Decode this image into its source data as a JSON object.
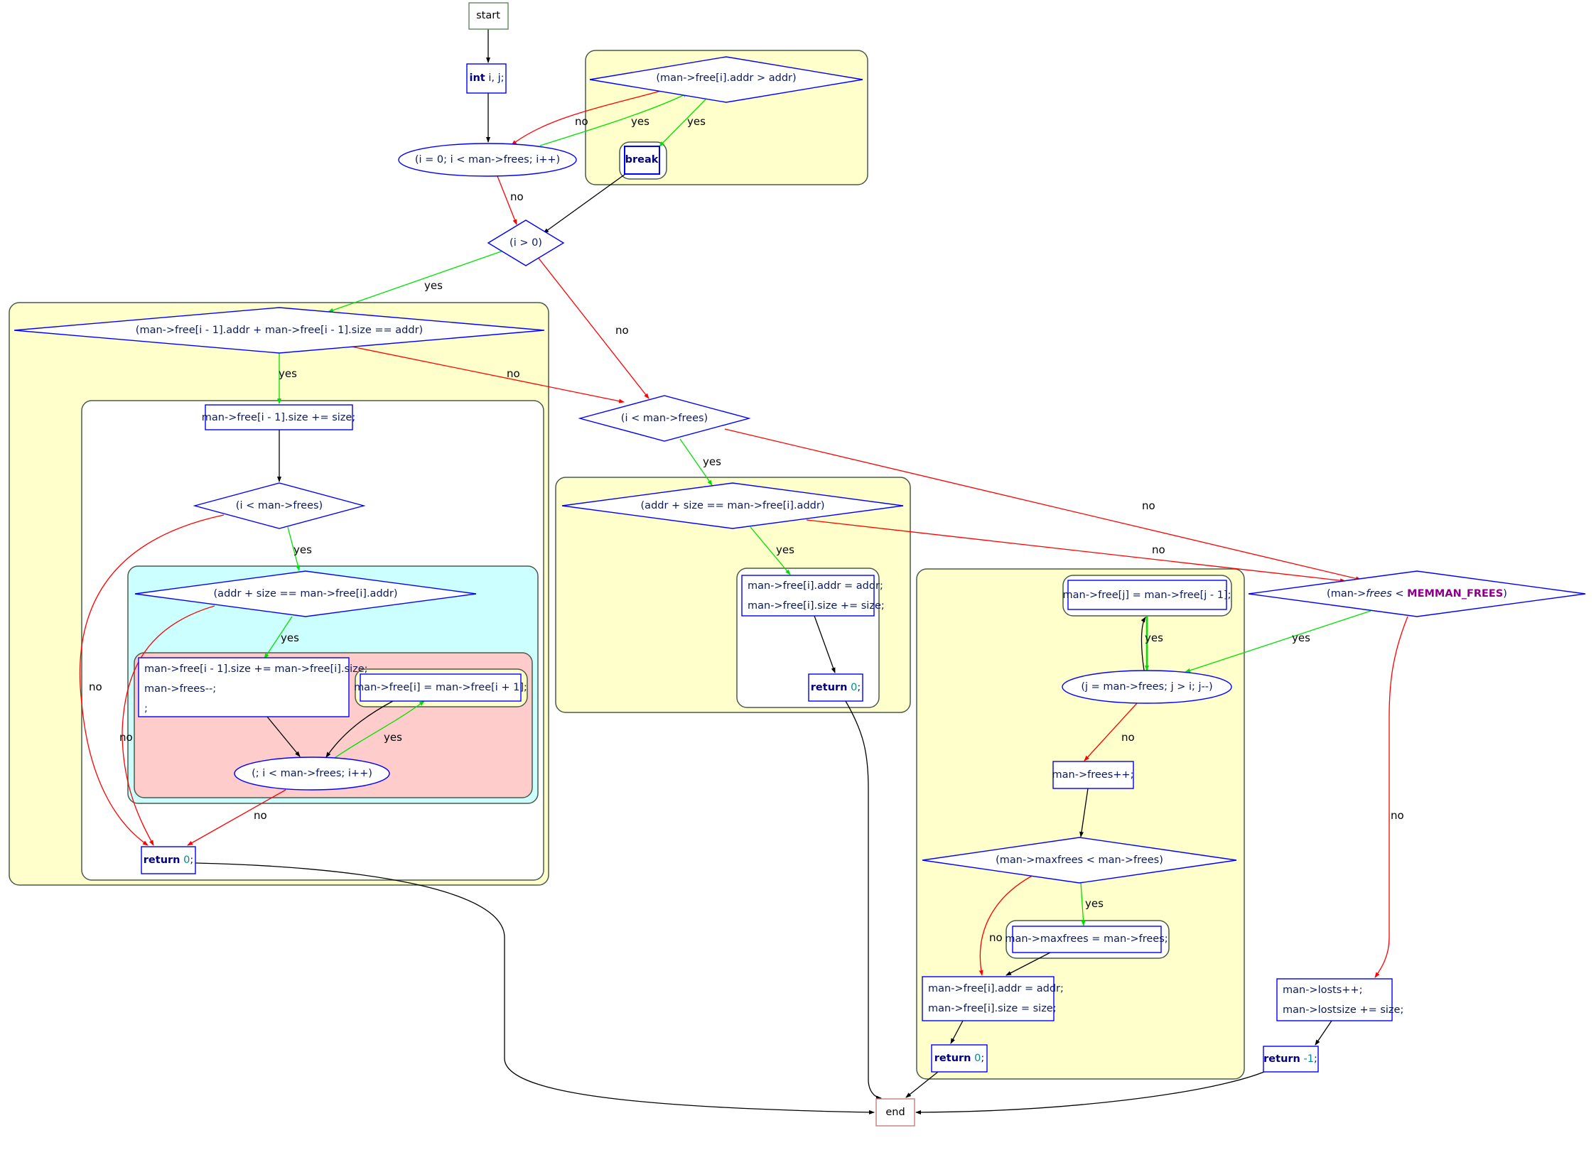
{
  "diagram": {
    "type": "control-flow-graph",
    "colors": {
      "edge_yes": "#00e000",
      "edge_no": "#ff0000",
      "edge_plain": "#000000",
      "node_border": "#0000ff",
      "terminal_start_border": "#5a8a5a",
      "terminal_end_border": "#c08080",
      "cluster_yellow": "#ffffcc",
      "cluster_cyan": "#ccffff",
      "cluster_pink": "#ffcccc",
      "cluster_border": "#4a5a4a"
    },
    "nodes": {
      "start": "start",
      "end": "end",
      "decl": {
        "kw": "int",
        "rest": " i, j;"
      },
      "for_outer": "(i = 0; i < man->frees; i++)",
      "cond_addr_gt": "(man->free[i].addr > addr)",
      "break": "break",
      "cond_i_gt_0": "(i > 0)",
      "cond_merge_prev": "(man->free[i - 1].addr + man->free[i - 1].size == addr)",
      "stmt_prev_size": "man->free[i - 1].size += size;",
      "cond_i_lt_frees_a": "(i < man->frees)",
      "cond_merge_next_a": "(addr + size == man->free[i].addr)",
      "stmt_merge_both": [
        "man->free[i - 1].size += man->free[i].size;",
        "man->frees--;",
        ";"
      ],
      "stmt_shift_down": "man->free[i] = man->free[i + 1];",
      "for_shift_down": "(; i < man->frees; i++)",
      "return_left": {
        "kw": "return",
        "val": "0"
      },
      "cond_i_lt_frees_b": "(i < man->frees)",
      "cond_merge_next_b": "(addr + size == man->free[i].addr)",
      "stmt_merge_next": [
        "man->free[i].addr = addr;",
        "man->free[i].size += size;"
      ],
      "return_mid": {
        "kw": "return",
        "val": "0"
      },
      "cond_frees_lt_max": "(man->frees < MEMMAN_FREES)",
      "stmt_shift_up": "man->free[j] = man->free[j - 1];",
      "for_shift_up": "(j = man->frees; j > i; j--)",
      "stmt_frees_inc": "man->frees++;",
      "cond_maxfrees": "(man->maxfrees < man->frees)",
      "stmt_maxfrees": "man->maxfrees = man->frees;",
      "stmt_insert": [
        "man->free[i].addr = addr;",
        "man->free[i].size = size;"
      ],
      "return_right": {
        "kw": "return",
        "val": "0"
      },
      "stmt_lost": [
        "man->losts++;",
        "man->lostsize += size;"
      ],
      "return_fail": {
        "kw": "return",
        "val": "-1"
      }
    },
    "edge_labels": {
      "yes": "yes",
      "no": "no"
    }
  }
}
